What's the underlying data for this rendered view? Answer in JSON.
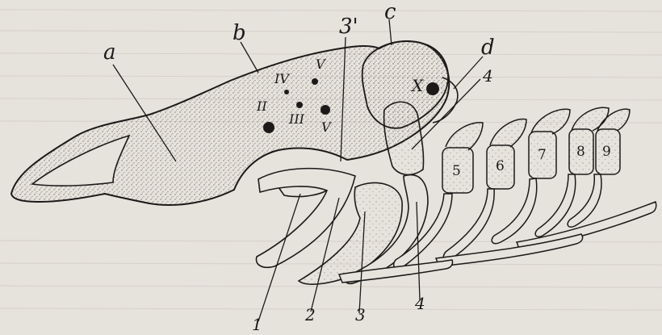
{
  "figure": {
    "structure_labels": {
      "a": "a",
      "b": "b",
      "c": "c",
      "d": "d",
      "three_prime": "3'"
    },
    "nerve_labels": {
      "II": "II",
      "III": "III",
      "IV": "IV",
      "V_upper": "V",
      "V_lower": "V",
      "X": "X"
    },
    "arch_labels": {
      "one": "1",
      "two": "2",
      "three": "3",
      "four_top": "4",
      "four_bottom": "4"
    },
    "segment_labels": [
      "5",
      "6",
      "7",
      "8",
      "9"
    ],
    "colors": {
      "ink": "#1c1a18",
      "paper": "#e6e2dc",
      "stipple": "#7a756e"
    }
  }
}
